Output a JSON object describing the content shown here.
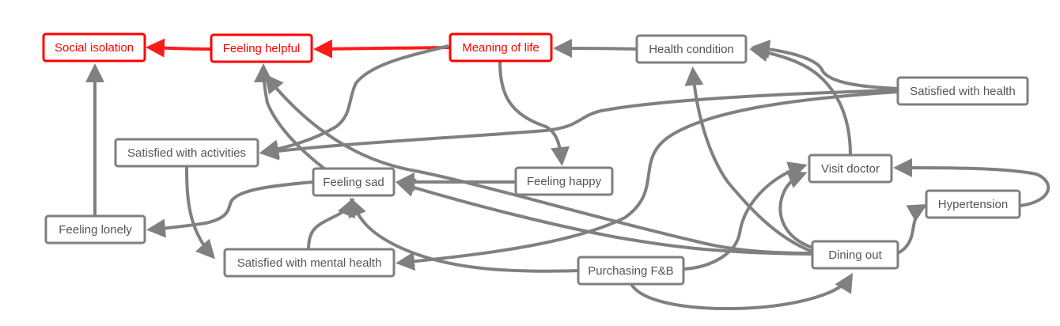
{
  "colors": {
    "highlight": "#ff0000",
    "normal_stroke": "#7f7f7f",
    "normal_text": "#555555",
    "edge": "#808080"
  },
  "nodes": [
    {
      "id": "social-isolation",
      "label": "Social isolation",
      "highlight": true
    },
    {
      "id": "feeling-helpful",
      "label": "Feeling helpful",
      "highlight": true
    },
    {
      "id": "meaning-of-life",
      "label": "Meaning of life",
      "highlight": true
    },
    {
      "id": "health-condition",
      "label": "Health condition",
      "highlight": false
    },
    {
      "id": "satisfied-with-health",
      "label": "Satisfied with health",
      "highlight": false
    },
    {
      "id": "satisfied-with-activities",
      "label": "Satisfied with activities",
      "highlight": false
    },
    {
      "id": "feeling-sad",
      "label": "Feeling sad",
      "highlight": false
    },
    {
      "id": "feeling-happy",
      "label": "Feeling happy",
      "highlight": false
    },
    {
      "id": "visit-doctor",
      "label": "Visit doctor",
      "highlight": false
    },
    {
      "id": "hypertension",
      "label": "Hypertension",
      "highlight": false
    },
    {
      "id": "feeling-lonely",
      "label": "Feeling lonely",
      "highlight": false
    },
    {
      "id": "satisfied-with-mental-health",
      "label": "Satisfied with mental health",
      "highlight": false
    },
    {
      "id": "purchasing-fb",
      "label": "Purchasing F&B",
      "highlight": false
    },
    {
      "id": "dining-out",
      "label": "Dining out",
      "highlight": false
    }
  ],
  "edges": [
    {
      "from": "feeling-helpful",
      "to": "social-isolation",
      "highlight": true
    },
    {
      "from": "meaning-of-life",
      "to": "feeling-helpful",
      "highlight": true
    },
    {
      "from": "health-condition",
      "to": "meaning-of-life",
      "highlight": false
    },
    {
      "from": "meaning-of-life",
      "to": "feeling-happy",
      "highlight": false
    },
    {
      "from": "meaning-of-life",
      "to": "satisfied-with-activities",
      "highlight": false
    },
    {
      "from": "satisfied-with-health",
      "to": "health-condition",
      "highlight": false
    },
    {
      "from": "satisfied-with-health",
      "to": "satisfied-with-activities",
      "highlight": false
    },
    {
      "from": "satisfied-with-health",
      "to": "satisfied-with-mental-health",
      "highlight": false
    },
    {
      "from": "feeling-lonely",
      "to": "social-isolation",
      "highlight": false
    },
    {
      "from": "feeling-sad",
      "to": "feeling-helpful",
      "highlight": false
    },
    {
      "from": "feeling-happy",
      "to": "feeling-sad",
      "highlight": false
    },
    {
      "from": "feeling-sad",
      "to": "feeling-lonely",
      "highlight": false
    },
    {
      "from": "satisfied-with-activities",
      "to": "satisfied-with-mental-health",
      "highlight": false
    },
    {
      "from": "satisfied-with-mental-health",
      "to": "feeling-sad",
      "highlight": false
    },
    {
      "from": "purchasing-fb",
      "to": "feeling-sad",
      "highlight": false
    },
    {
      "from": "dining-out",
      "to": "feeling-sad",
      "highlight": false
    },
    {
      "from": "dining-out",
      "to": "feeling-helpful",
      "highlight": false
    },
    {
      "from": "visit-doctor",
      "to": "health-condition",
      "highlight": false
    },
    {
      "from": "dining-out",
      "to": "health-condition",
      "highlight": false
    },
    {
      "from": "purchasing-fb",
      "to": "visit-doctor",
      "highlight": false
    },
    {
      "from": "purchasing-fb",
      "to": "dining-out",
      "highlight": false
    },
    {
      "from": "dining-out",
      "to": "visit-doctor",
      "highlight": false
    },
    {
      "from": "dining-out",
      "to": "hypertension",
      "highlight": false
    },
    {
      "from": "hypertension",
      "to": "visit-doctor",
      "highlight": false
    }
  ]
}
